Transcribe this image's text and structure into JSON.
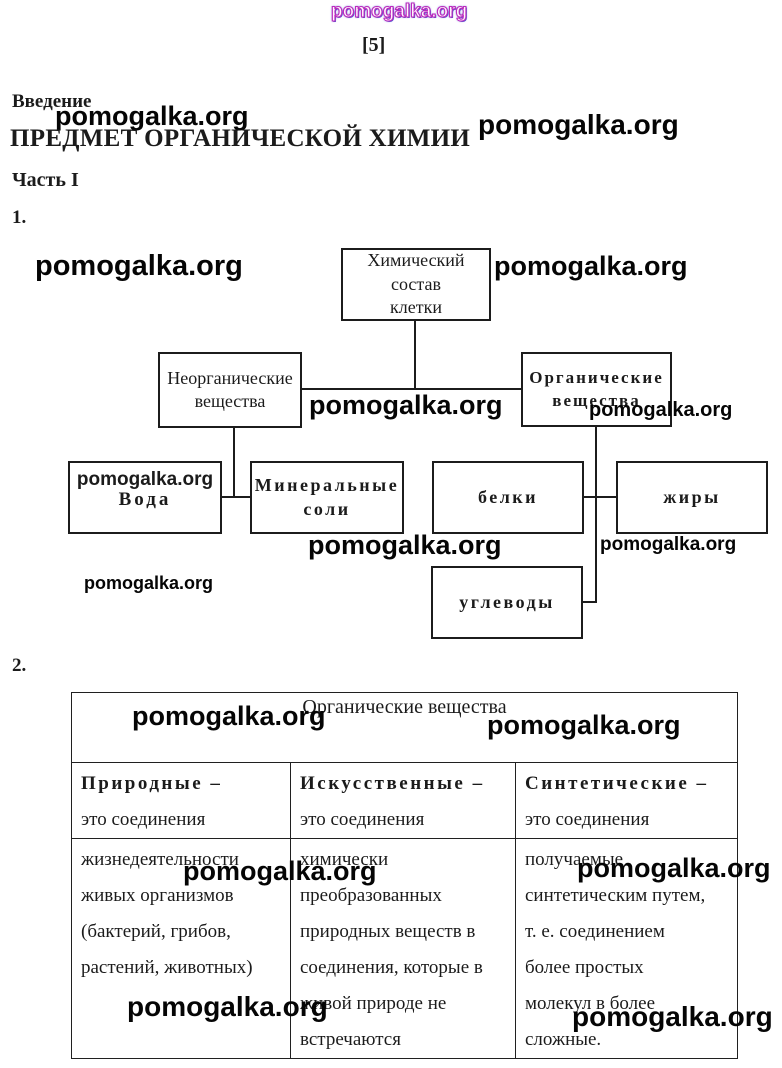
{
  "watermark": {
    "text": "pomogalka.org"
  },
  "page": {
    "number": "[5]",
    "section_heading": "Введение",
    "title": "ПРЕДМЕТ ОРГАНИЧЕСКОЙ ХИМИИ",
    "part_heading": "Часть I",
    "item1_label": "1.",
    "item2_label": "2."
  },
  "diagram": {
    "root": "Химический состав\nклетки",
    "inorganic": "Неорганические\nвещества",
    "organic": "Органические\nвещества",
    "water": "Вода",
    "mineral_salts": "Минеральные\nсоли",
    "proteins": "белки",
    "fats": "жиры",
    "carbohydrates": "углеводы"
  },
  "table": {
    "title": "Органические вещества",
    "columns": [
      {
        "term": "Природные –",
        "term_sub": "это соединения",
        "body": "жизнедеятельности\nживых организмов\n(бактерий, грибов,\nрастений, животных)"
      },
      {
        "term": "Искусственные –",
        "term_sub": "это соединения",
        "body": "химически\nпреобразованных\nприродных веществ в\nсоединения, которые в\nживой природе не\nвстречаются"
      },
      {
        "term": "Синтетические –",
        "term_sub": "это соединения",
        "body": "получаемые\nсинтетическим путем,\nт. е. соединением\nболее простых\nмолекул в более\nсложные."
      }
    ]
  },
  "colors": {
    "ink": "#1b1b1b",
    "watermark_magenta": "#bd2abd",
    "watermark_blue": "#4a4ace",
    "background": "#ffffff"
  }
}
